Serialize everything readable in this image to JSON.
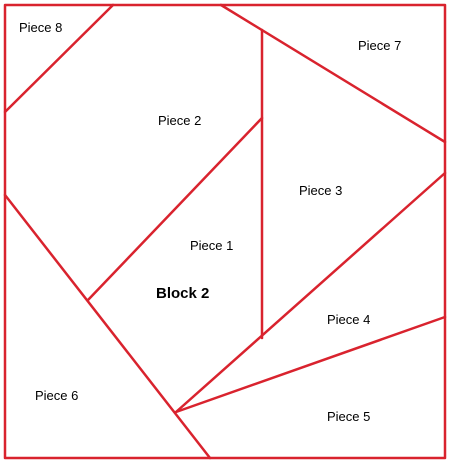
{
  "diagram": {
    "block_label": "Block 2",
    "pieces": [
      {
        "id": "piece-1",
        "label": "Piece 1"
      },
      {
        "id": "piece-2",
        "label": "Piece 2"
      },
      {
        "id": "piece-3",
        "label": "Piece 3"
      },
      {
        "id": "piece-4",
        "label": "Piece 4"
      },
      {
        "id": "piece-5",
        "label": "Piece 5"
      },
      {
        "id": "piece-6",
        "label": "Piece 6"
      },
      {
        "id": "piece-7",
        "label": "Piece 7"
      },
      {
        "id": "piece-8",
        "label": "Piece 8"
      }
    ]
  },
  "colors": {
    "line": "#d9232e",
    "text": "#000000",
    "background": "#ffffff"
  }
}
